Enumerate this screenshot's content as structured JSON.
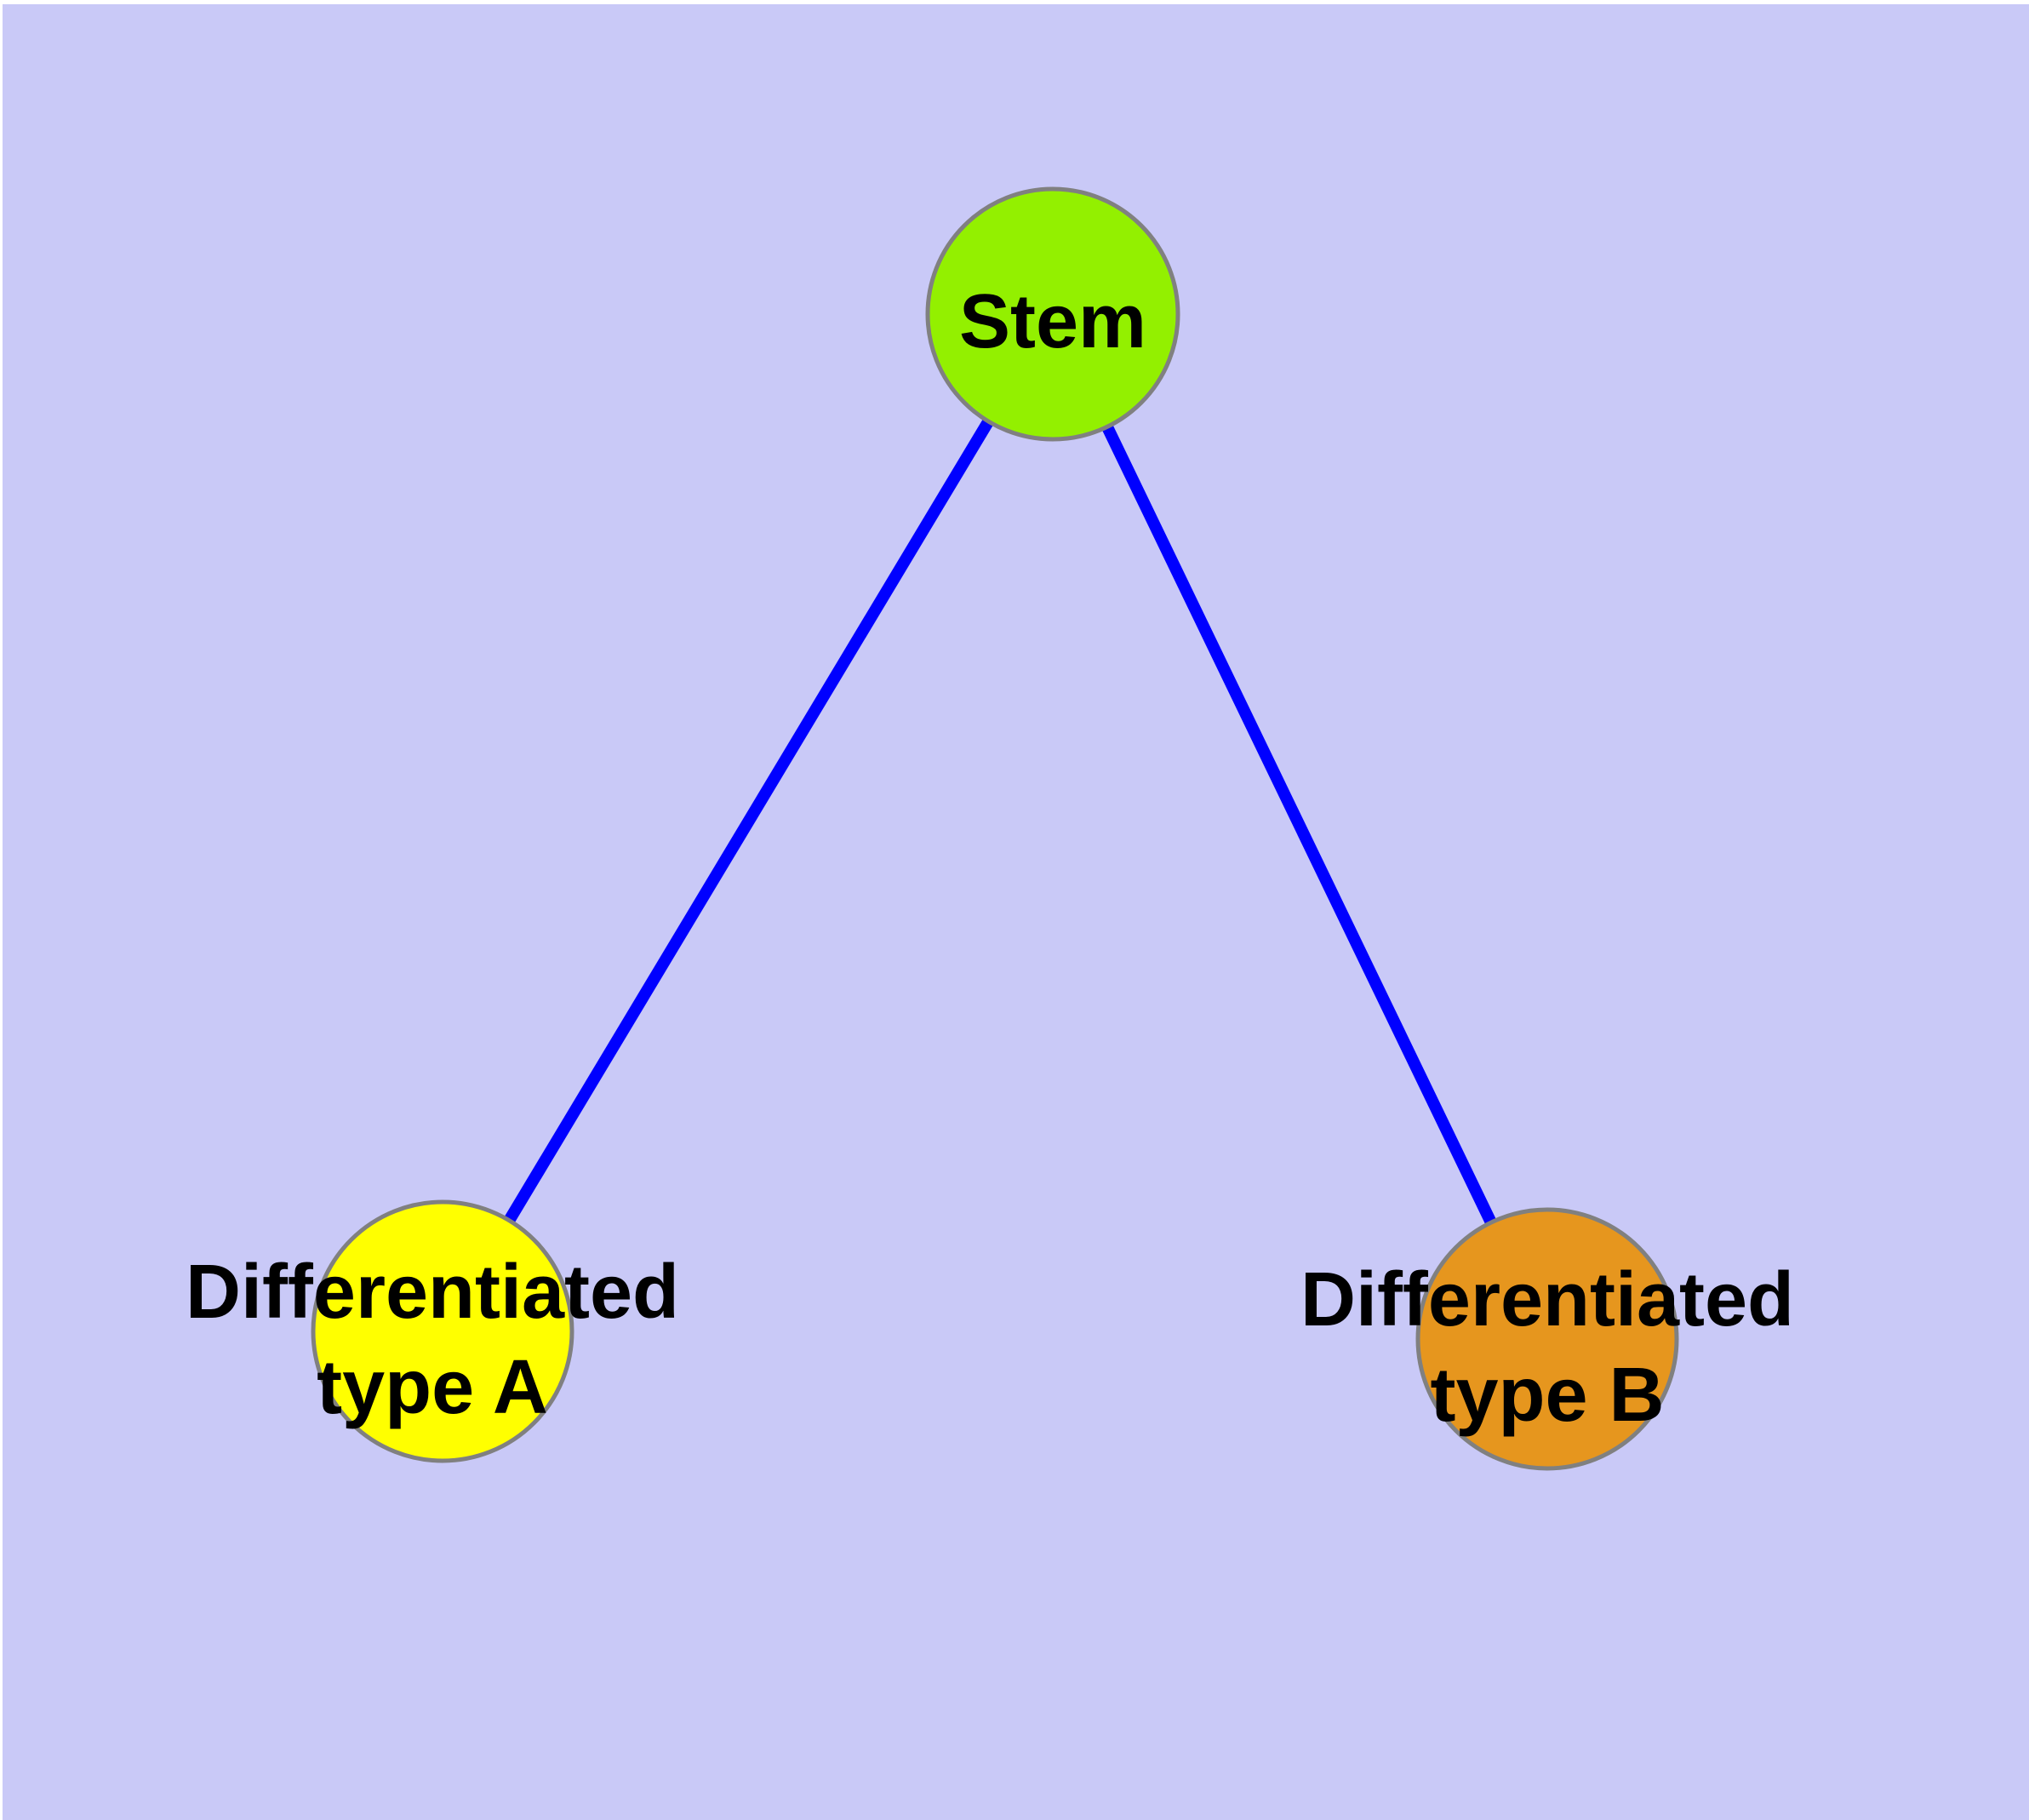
{
  "figure": {
    "background_color": "#C9C9F7",
    "frame_color": "#FFFFFF"
  },
  "graph": {
    "edge_color": "#0000FF",
    "node_border_color": "#808080",
    "label_color": "#000000",
    "nodes": [
      {
        "id": "stem",
        "label": "Stem",
        "color": "#93F000"
      },
      {
        "id": "differentiated-type-a",
        "label_line1": "Differentiated",
        "label_line2": "type A",
        "color": "#FFFF00"
      },
      {
        "id": "differentiated-type-b",
        "label_line1": "Differentiated",
        "label_line2": "type B",
        "color": "#E6961E"
      }
    ],
    "edges": [
      {
        "from": "Stem",
        "to": "Differentiated type A"
      },
      {
        "from": "Stem",
        "to": "Differentiated type B"
      }
    ]
  }
}
